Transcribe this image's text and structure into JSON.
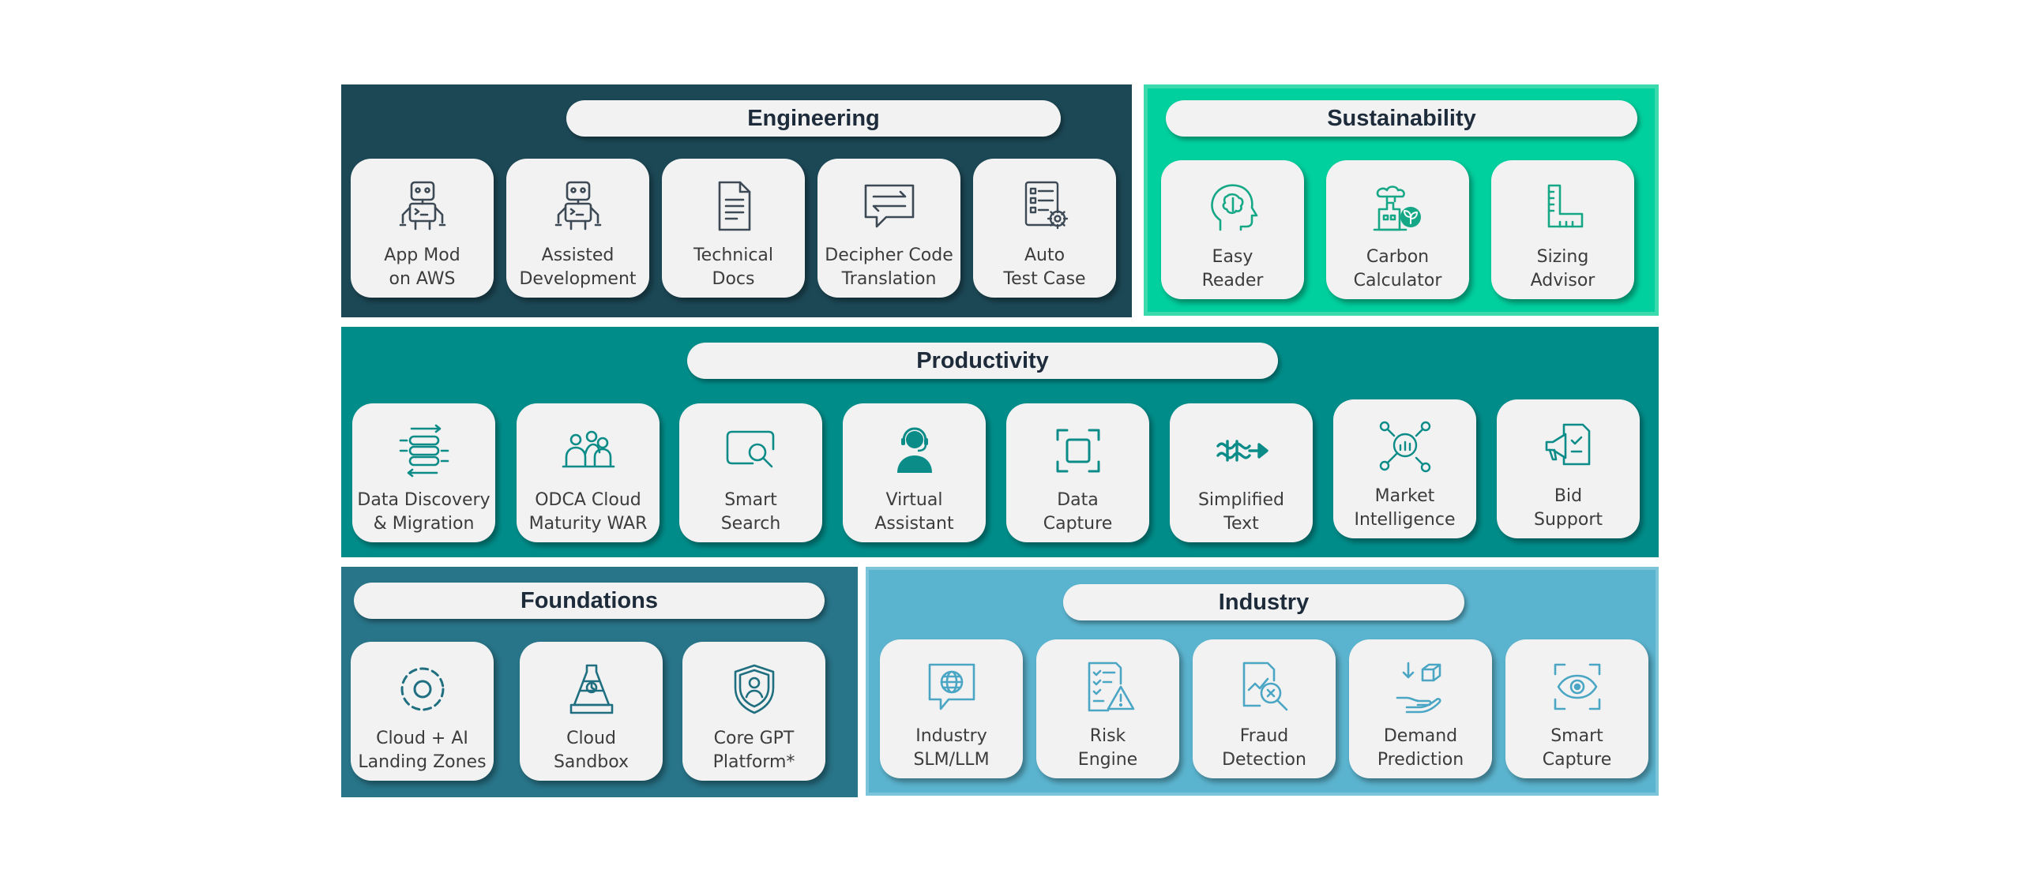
{
  "colors": {
    "engineering": "#1c4856",
    "sustainability": "#00d09e",
    "productivity": "#008d8a",
    "foundations": "#287488",
    "industry": "#5bb4cf"
  },
  "engineering": {
    "title": "Engineering",
    "cards": [
      {
        "line1": "App Mod",
        "line2": "on AWS",
        "icon": "robot-icon"
      },
      {
        "line1": "Assisted",
        "line2": "Development",
        "icon": "robot-terminal-icon"
      },
      {
        "line1": "Technical",
        "line2": "Docs",
        "icon": "document-icon"
      },
      {
        "line1": "Decipher Code",
        "line2": "Translation",
        "icon": "chat-exchange-icon"
      },
      {
        "line1": "Auto",
        "line2": "Test Case",
        "icon": "checklist-gear-icon"
      }
    ]
  },
  "sustainability": {
    "title": "Sustainability",
    "cards": [
      {
        "line1": "Easy",
        "line2": "Reader",
        "icon": "head-brain-icon"
      },
      {
        "line1": "Carbon",
        "line2": "Calculator",
        "icon": "factory-leaf-icon"
      },
      {
        "line1": "Sizing",
        "line2": "Advisor",
        "icon": "ruler-icon"
      }
    ]
  },
  "productivity": {
    "title": "Productivity",
    "cards": [
      {
        "line1": "Data Discovery",
        "line2": "& Migration",
        "icon": "database-migration-icon"
      },
      {
        "line1": "ODCA Cloud",
        "line2": "Maturity WAR",
        "icon": "team-meeting-icon"
      },
      {
        "line1": "Smart",
        "line2": "Search",
        "icon": "search-window-icon"
      },
      {
        "line1": "Virtual",
        "line2": "Assistant",
        "icon": "headset-agent-icon"
      },
      {
        "line1": "Data",
        "line2": "Capture",
        "icon": "capture-frame-icon"
      },
      {
        "line1": "Simplified",
        "line2": "Text",
        "icon": "flow-arrow-icon"
      },
      {
        "line1": "Market",
        "line2": "Intelligence",
        "icon": "network-magnifier-icon"
      },
      {
        "line1": "Bid",
        "line2": "Support",
        "icon": "megaphone-doc-icon"
      }
    ]
  },
  "foundations": {
    "title": "Foundations",
    "cards": [
      {
        "line1": "Cloud + AI",
        "line2": "Landing Zones",
        "icon": "target-ring-icon"
      },
      {
        "line1": "Cloud",
        "line2": "Sandbox",
        "icon": "sandbox-tower-icon"
      },
      {
        "line1": "Core GPT",
        "line2": "Platform*",
        "icon": "shield-user-icon"
      }
    ]
  },
  "industry": {
    "title": "Industry",
    "cards": [
      {
        "line1": "Industry",
        "line2": "SLM/LLM",
        "icon": "globe-chat-icon"
      },
      {
        "line1": "Risk",
        "line2": "Engine",
        "icon": "risk-warning-icon"
      },
      {
        "line1": "Fraud",
        "line2": "Detection",
        "icon": "fraud-magnifier-icon"
      },
      {
        "line1": "Demand",
        "line2": "Prediction",
        "icon": "hand-boxes-icon"
      },
      {
        "line1": "Smart",
        "line2": "Capture",
        "icon": "eye-scan-icon"
      }
    ]
  }
}
